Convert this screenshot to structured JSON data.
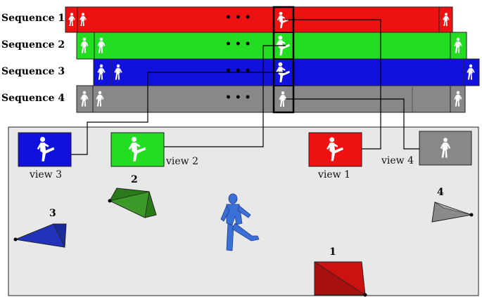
{
  "sequences": [
    {
      "label": "Sequence 1",
      "color": "#ee1111"
    },
    {
      "label": "Sequence 2",
      "color": "#22dd22"
    },
    {
      "label": "Sequence 3",
      "color": "#1111dd"
    },
    {
      "label": "Sequence 4",
      "color": "#888888"
    }
  ],
  "ellipsis": "• • •",
  "views": [
    {
      "label": "view 3",
      "color": "#1111dd"
    },
    {
      "label": "view 2",
      "color": "#22dd22"
    },
    {
      "label": "view 1",
      "color": "#ee1111"
    },
    {
      "label": "view 4",
      "color": "#888888"
    }
  ],
  "cameras": [
    {
      "number": "1",
      "color": "#cc1111"
    },
    {
      "number": "2",
      "color": "#2a7a1a"
    },
    {
      "number": "3",
      "color": "#1a2a99"
    },
    {
      "number": "4",
      "color": "#8a8a8a"
    }
  ],
  "colors": {
    "scene_background": "#e8e8e8",
    "silhouette": "#ffffff",
    "connector": "#000000",
    "subject": "#3a6fd8"
  },
  "icons": [
    "person-silhouette-icon",
    "camera-frustum-icon",
    "3d-subject-figure"
  ]
}
